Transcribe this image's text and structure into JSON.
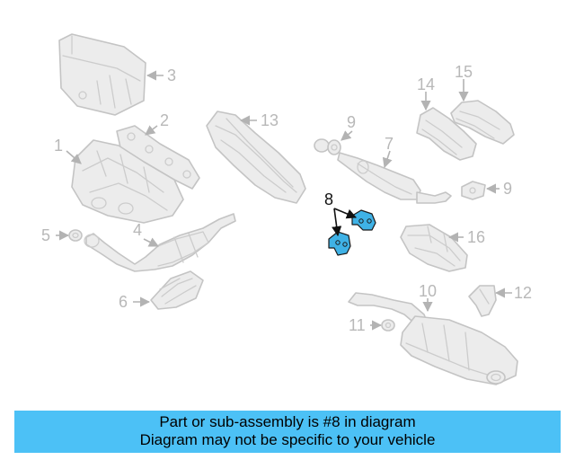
{
  "callouts": {
    "c1": "1",
    "c2": "2",
    "c3": "3",
    "c4": "4",
    "c5": "5",
    "c6": "6",
    "c7": "7",
    "c8": "8",
    "c9a": "9",
    "c9b": "9",
    "c10": "10",
    "c11": "11",
    "c12": "12",
    "c13": "13",
    "c14": "14",
    "c15": "15",
    "c16": "16"
  },
  "highlighted_part": "8",
  "colors": {
    "highlight": "#3fb2e6",
    "banner": "#4cc1f6",
    "line_art": "#c4c4c4"
  },
  "banner": {
    "line1": "Part or sub-assembly is #8 in diagram",
    "line2": "Diagram may not be specific to your vehicle"
  }
}
